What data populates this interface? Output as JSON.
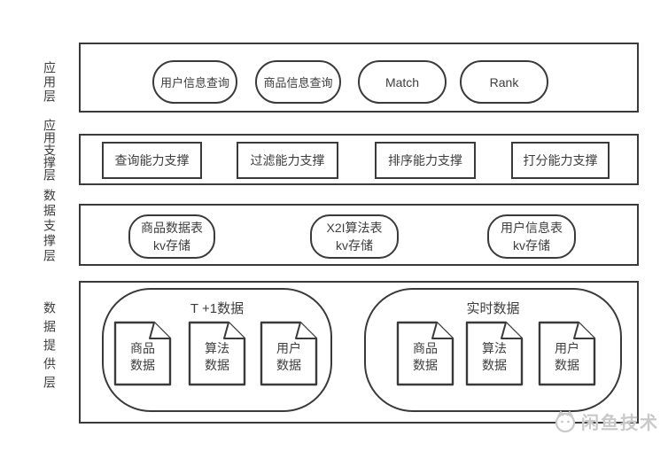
{
  "diagram": {
    "colors": {
      "stroke": "#3a3a3a",
      "text": "#3d3d3d",
      "watermark": "#c9c9c9",
      "background": "#ffffff"
    },
    "layers": [
      {
        "label": "应用层",
        "items": [
          {
            "label": "用户信息查询"
          },
          {
            "label": "商品信息查询"
          },
          {
            "label": "Match"
          },
          {
            "label": "Rank"
          }
        ]
      },
      {
        "label": "应用支撑层",
        "items": [
          {
            "label": "查询能力支撑"
          },
          {
            "label": "过滤能力支撑"
          },
          {
            "label": "排序能力支撑"
          },
          {
            "label": "打分能力支撑"
          }
        ]
      },
      {
        "label": "数据支撑层",
        "items": [
          {
            "line1": "商品数据表",
            "line2": "kv存储"
          },
          {
            "line1": "X2I算法表",
            "line2": "kv存储"
          },
          {
            "line1": "用户信息表",
            "line2": "kv存储"
          }
        ]
      },
      {
        "label": "数据提供层",
        "groups": [
          {
            "title": "T +1数据",
            "docs": [
              {
                "line1": "商品",
                "line2": "数据"
              },
              {
                "line1": "算法",
                "line2": "数据"
              },
              {
                "line1": "用户",
                "line2": "数据"
              }
            ]
          },
          {
            "title": "实时数据",
            "docs": [
              {
                "line1": "商品",
                "line2": "数据"
              },
              {
                "line1": "算法",
                "line2": "数据"
              },
              {
                "line1": "用户",
                "line2": "数据"
              }
            ]
          }
        ]
      }
    ],
    "watermark": {
      "text": "闲鱼技术",
      "logo": "fish-logo"
    }
  }
}
